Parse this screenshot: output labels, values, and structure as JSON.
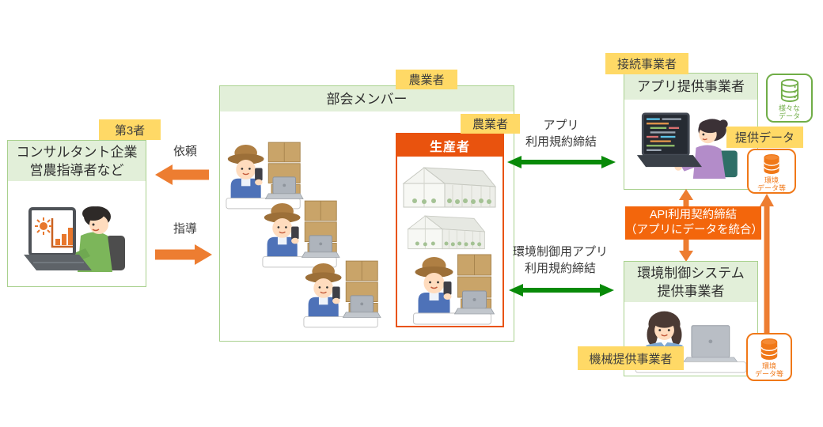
{
  "colors": {
    "accent_orange": "#ED7D31",
    "deep_orange": "#E9530E",
    "label_yellow": "#FFD966",
    "box_green_border": "#A9D18E",
    "box_green_fill": "#E2EFD9",
    "data_green": "#70AD47",
    "arrow_green": "#088A08",
    "api_orange": "#F3660C",
    "data_orange": "#F07818"
  },
  "third_party": {
    "tag": "第3者",
    "title_line1": "コンサルタント企業",
    "title_line2": "営農指導者など"
  },
  "flows": {
    "request": "依頼",
    "guidance": "指導",
    "app_terms_line1": "アプリ",
    "app_terms_line2": "利用規約締結",
    "env_terms_line1": "環境制御用アプリ",
    "env_terms_line2": "利用規約締結",
    "api_line1": "API利用契約締結",
    "api_line2": "（アプリにデータを統合）"
  },
  "group": {
    "title": "部会メンバー",
    "member_tag": "農業者"
  },
  "producer": {
    "title": "生産者",
    "tag": "農業者"
  },
  "app_provider": {
    "tag": "接続事業者",
    "title": "アプリ提供事業者"
  },
  "system_provider": {
    "title_line1": "環境制御システム",
    "title_line2": "提供事業者",
    "tag": "機械提供事業者"
  },
  "data": {
    "various_line1": "様々な",
    "various_line2": "データ",
    "provided_tag": "提供データ",
    "env_line1": "環境",
    "env_line2": "データ等"
  }
}
